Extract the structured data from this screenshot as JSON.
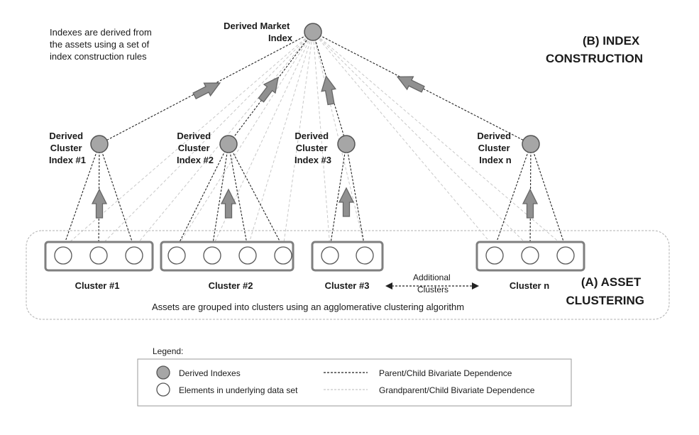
{
  "notes": {
    "top_left": [
      "Indexes are derived from",
      "the assets using a set of",
      "index construction rules"
    ],
    "bottom": "Assets are grouped into clusters using an agglomerative clustering algorithm"
  },
  "sections": {
    "index_construction": [
      "(B) INDEX",
      "CONSTRUCTION"
    ],
    "asset_clustering": [
      "(A) ASSET",
      "CLUSTERING"
    ]
  },
  "market_index": {
    "label": [
      "Derived Market",
      "Index"
    ]
  },
  "cluster_indexes": [
    {
      "label": [
        "Derived",
        "Cluster",
        "Index #1"
      ]
    },
    {
      "label": [
        "Derived",
        "Cluster",
        "Index #2"
      ]
    },
    {
      "label": [
        "Derived",
        "Cluster",
        "Index #3"
      ]
    },
    {
      "label": [
        "Derived",
        "Cluster",
        "Index n"
      ]
    }
  ],
  "clusters": [
    {
      "name": "Cluster #1",
      "elements": 3
    },
    {
      "name": "Cluster #2",
      "elements": 4
    },
    {
      "name": "Cluster #3",
      "elements": 2
    },
    {
      "name": "Cluster n",
      "elements": 3
    }
  ],
  "additional_clusters": [
    "Additional",
    "Clusters"
  ],
  "legend": {
    "title": "Legend:",
    "derived_indexes": "Derived Indexes",
    "elements": "Elements in underlying  data set",
    "parent_child": "Parent/Child  Bivariate Dependence",
    "grandparent_child": "Grandparent/Child  Bivariate Dependence"
  },
  "colors": {
    "node_fill": "#a6a6a6",
    "node_stroke": "#555555",
    "arrow_fill": "#909090",
    "box_stroke": "#7f7f7f",
    "grand_line": "#c8c8c8",
    "parent_line": "#222222"
  }
}
